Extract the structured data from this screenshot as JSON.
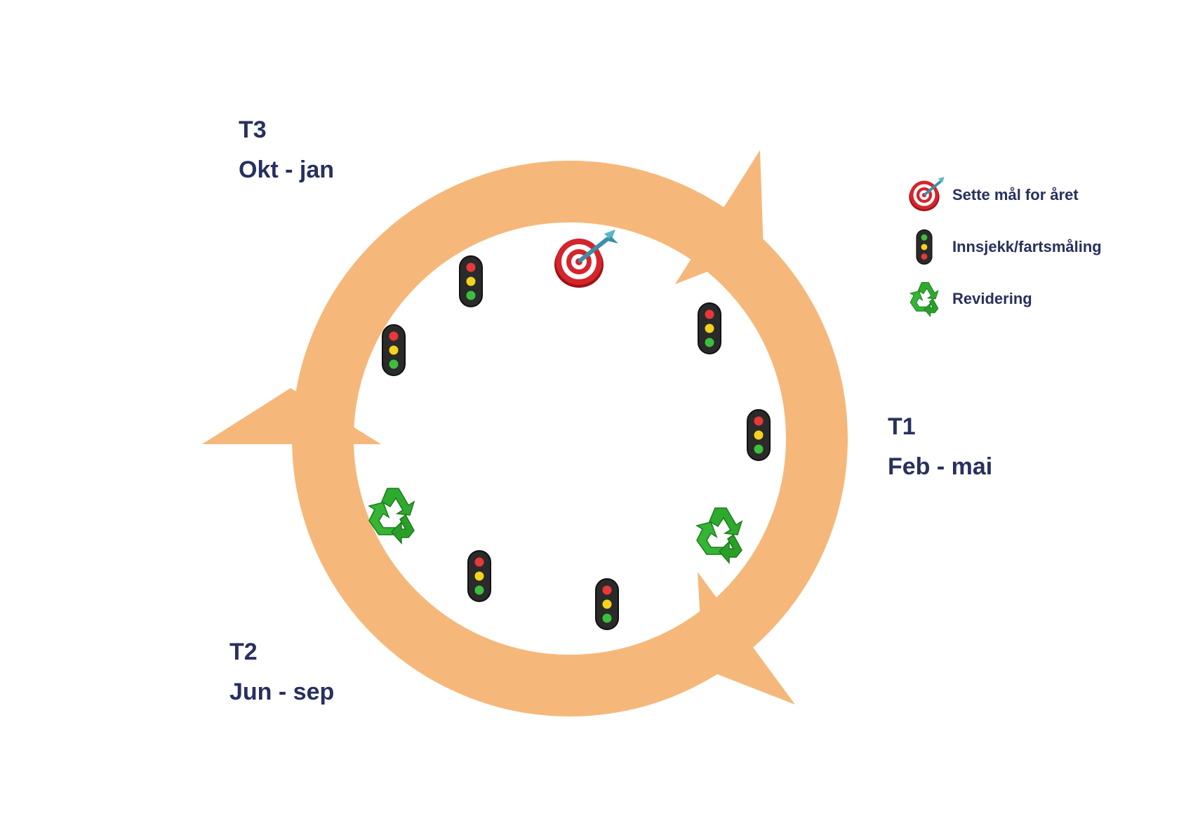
{
  "terms": [
    {
      "code": "T3",
      "months": "Okt - jan"
    },
    {
      "code": "T1",
      "months": "Feb - mai"
    },
    {
      "code": "T2",
      "months": "Jun - sep"
    }
  ],
  "legend": [
    {
      "icon": "target-icon",
      "label": "Sette mål for året"
    },
    {
      "icon": "traffic-light-icon",
      "label": "Innsjekk/fartsmåling"
    },
    {
      "icon": "recycle-icon",
      "label": "Revidering"
    }
  ],
  "colors": {
    "cycle": "#f5b87a",
    "text": "#27305e",
    "light_red": "#e8383a",
    "light_yellow": "#f4d21e",
    "light_green": "#3cbf3c",
    "recycle": "#2eaa2e",
    "target": "#d4252d"
  }
}
